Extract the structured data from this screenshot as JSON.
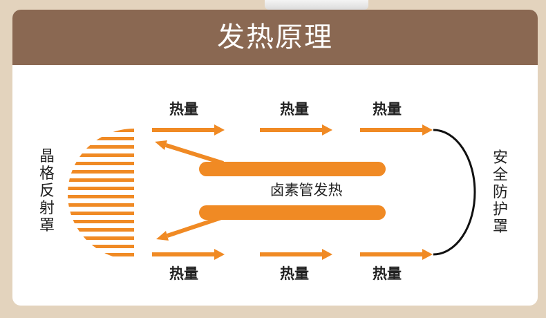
{
  "title": "发热原理",
  "heat_label": "热量",
  "tube_label": "卤素管发热",
  "reflector_label": "晶格反射罩",
  "guard_label": "安全防护罩",
  "colors": {
    "brown_header": "#8a6852",
    "orange": "#f08a24",
    "background": "#e3d3bd",
    "text": "#222222"
  }
}
